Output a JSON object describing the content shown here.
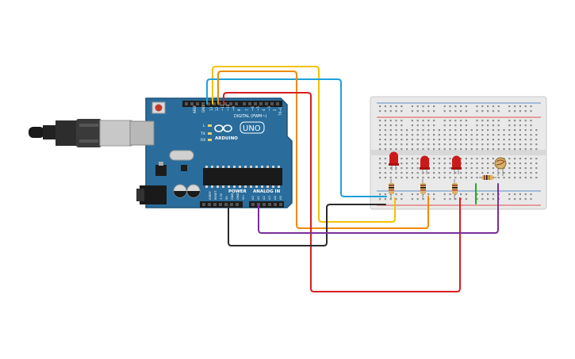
{
  "arduino": {
    "logo_text": "ARDUINO",
    "model_badge": "UNO",
    "digital_header": "DIGITAL (PWM~)",
    "power_header": "POWER",
    "analog_header": "ANALOG IN",
    "tx_label": "TX",
    "rx_label": "RX",
    "l_label": "L"
  },
  "colors": {
    "board_blue": "#2a6d9c",
    "breadboard": "#e9e9e9",
    "wire_yellow": "#f2c200",
    "wire_blue": "#1ea0d8",
    "wire_orange": "#f08a00",
    "wire_red": "#d81e1e",
    "wire_black": "#2a2a2a",
    "wire_purple": "#7a2e9a",
    "wire_green": "#22aa22",
    "led_red": "#cc1a1a"
  },
  "components": [
    "usb-cable",
    "arduino-uno",
    "breadboard",
    "led-1",
    "led-2",
    "led-3",
    "photoresistor",
    "resistor-1",
    "resistor-2",
    "resistor-3",
    "resistor-4"
  ]
}
